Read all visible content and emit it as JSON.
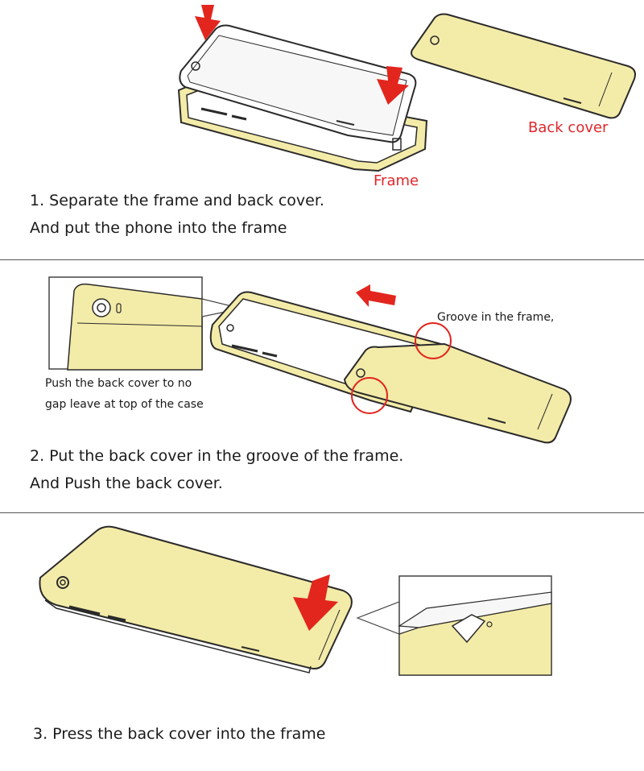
{
  "step1": {
    "label_frame": "Frame",
    "label_back_cover": "Back cover",
    "caption_line1": "1. Separate the frame and back cover.",
    "caption_line2": "And put the phone into the frame"
  },
  "step2": {
    "label_groove": "Groove in the frame,",
    "label_push_line1": "Push the back cover to no",
    "label_push_line2": "gap leave at top of the case",
    "caption_line1": "2. Put the back cover in the groove of the frame.",
    "caption_line2": "And Push the back cover."
  },
  "step3": {
    "caption": "3. Press the back cover into the frame"
  },
  "colors": {
    "gold": "#f3eba8",
    "arrow_red": "#e2261e",
    "outline": "#2a2a2a",
    "label_red": "#e0262b"
  }
}
